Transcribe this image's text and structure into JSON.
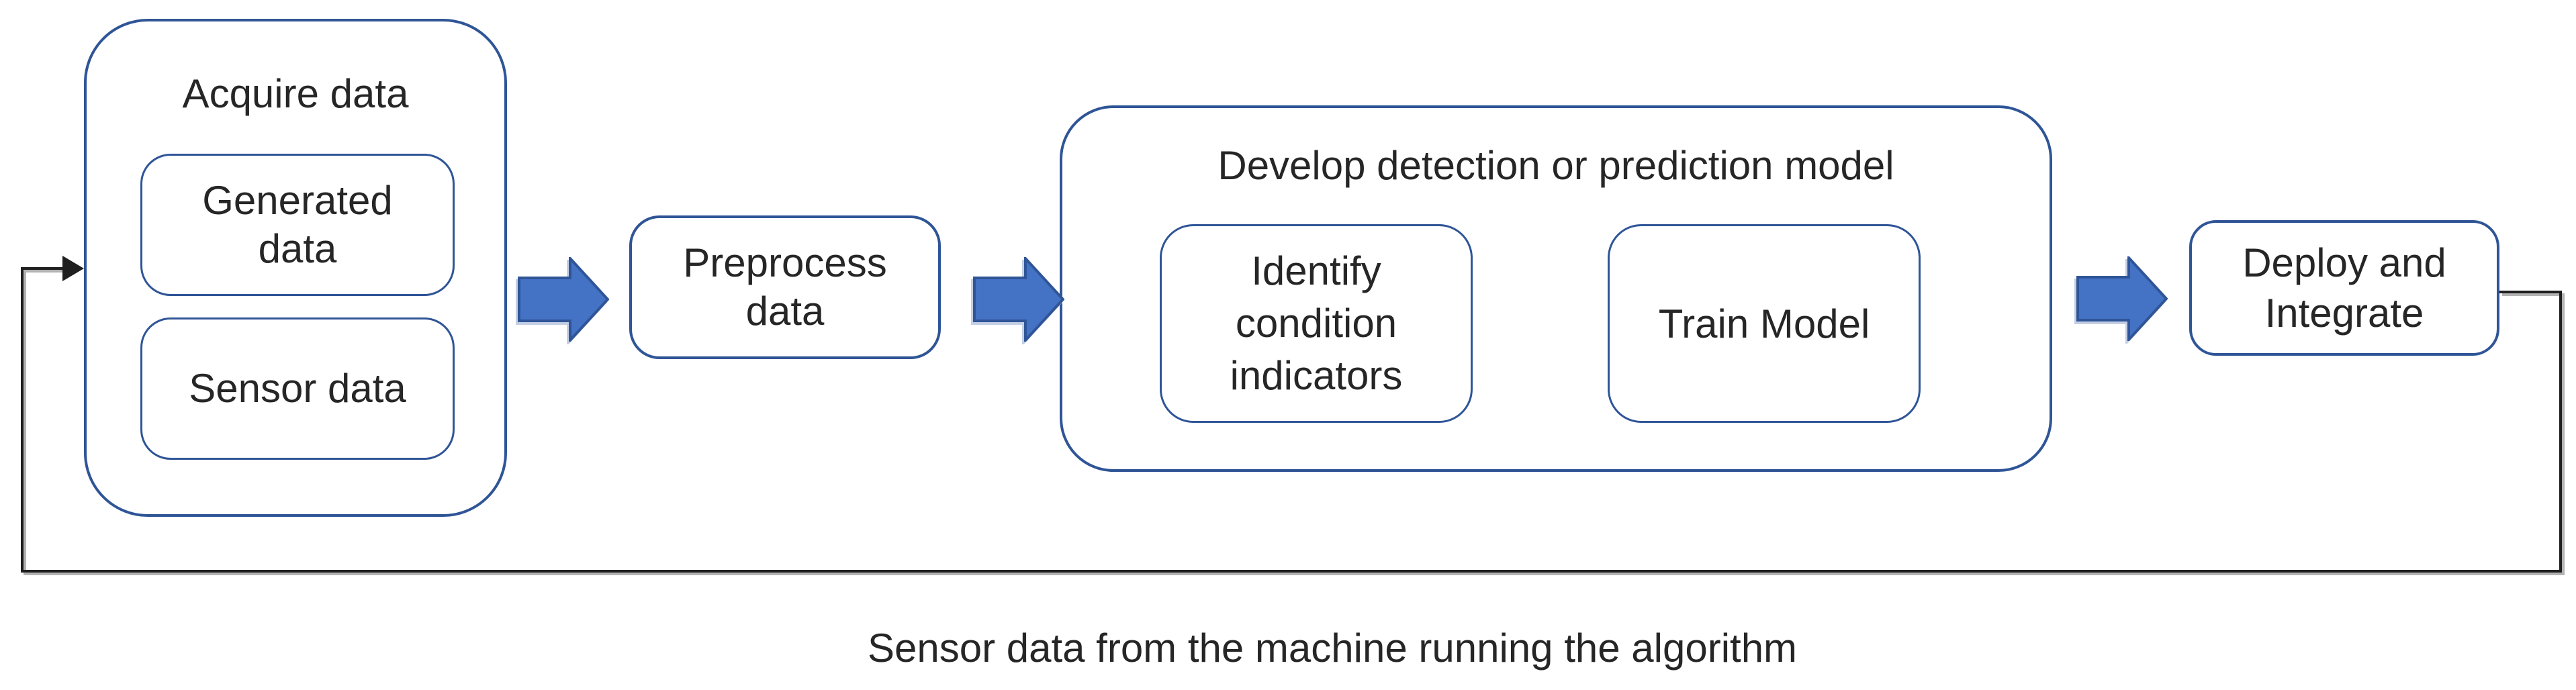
{
  "colors": {
    "box_border": "#2f5597",
    "arrow_fill": "#4472c4",
    "arrow_stroke": "#2f5597",
    "wire": "#1f1f1f",
    "wire_shadow": "#a6a6a6",
    "text": "#262626",
    "background": "#ffffff"
  },
  "flow": {
    "acquire": {
      "title": "Acquire data",
      "items": [
        {
          "label": "Generated\ndata"
        },
        {
          "label": "Sensor data"
        }
      ]
    },
    "preprocess": {
      "label": "Preprocess\ndata"
    },
    "develop": {
      "title": "Develop detection or prediction model",
      "items": [
        {
          "label": "Identify\ncondition\nindicators"
        },
        {
          "label": "Train Model"
        }
      ]
    },
    "deploy": {
      "label": "Deploy and\nIntegrate"
    },
    "feedback_caption": "Sensor data from the machine running the algorithm"
  }
}
